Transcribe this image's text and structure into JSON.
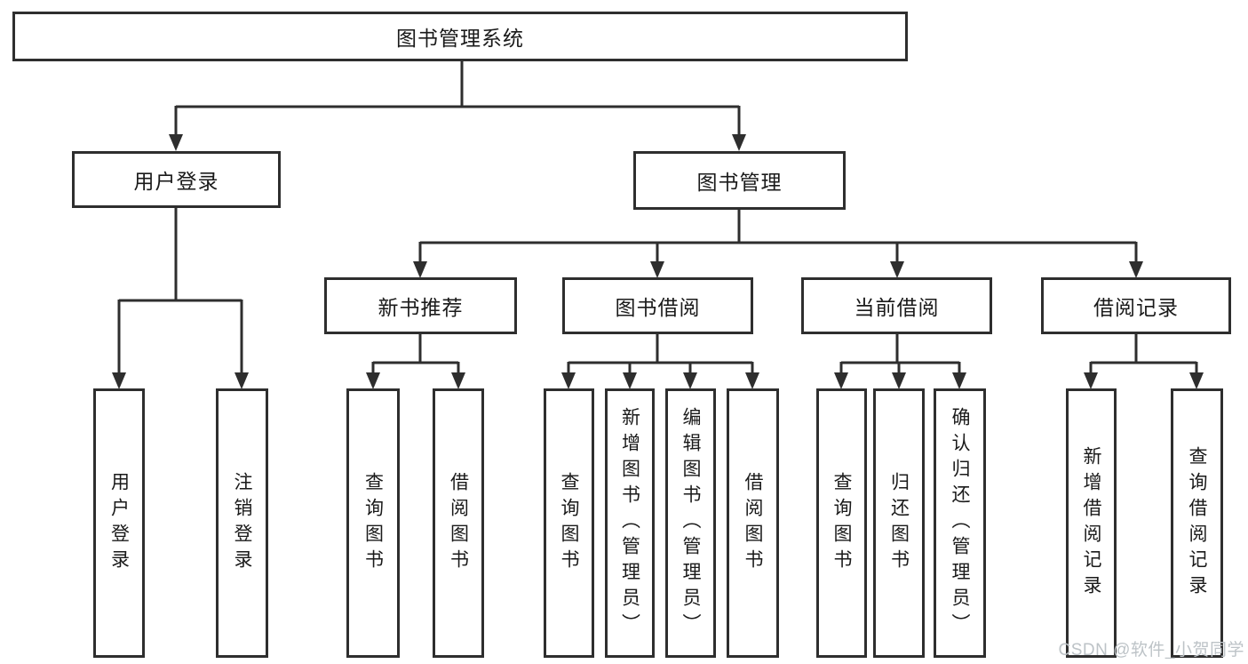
{
  "diagram": {
    "root": "图书管理系统",
    "branches": [
      {
        "label": "用户登录",
        "children": [
          "用户登录",
          "注销登录"
        ]
      },
      {
        "label": "图书管理",
        "groups": [
          {
            "label": "新书推荐",
            "children": [
              "查询图书",
              "借阅图书"
            ]
          },
          {
            "label": "图书借阅",
            "children": [
              "查询图书",
              "新增图书（管理员）",
              "编辑图书（管理员）",
              "借阅图书"
            ]
          },
          {
            "label": "当前借阅",
            "children": [
              "查询图书",
              "归还图书",
              "确认归还（管理员）"
            ]
          },
          {
            "label": "借阅记录",
            "children": [
              "新增借阅记录",
              "查询借阅记录"
            ]
          }
        ]
      }
    ]
  },
  "watermark": {
    "text": "CSDN @软件_小贺同学"
  },
  "colors": {
    "line": "#2e2e2e",
    "node_border": "#2e2e2e",
    "text": "#1a1a1a",
    "watermark": "#bdc3c7",
    "background": "#ffffff"
  }
}
